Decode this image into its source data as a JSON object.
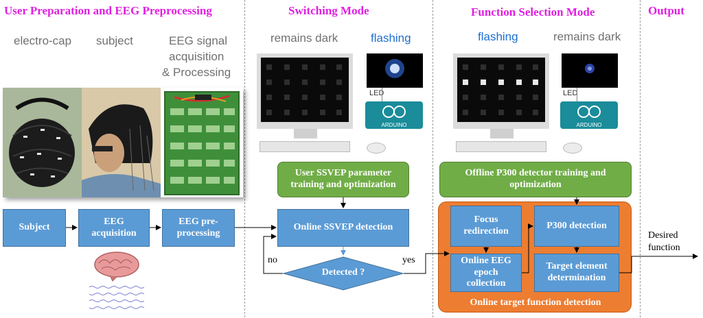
{
  "headers": {
    "prep": "User Preparation and EEG Preprocessing",
    "switching": "Switching Mode",
    "function": "Function Selection Mode",
    "output": "Output"
  },
  "labels": {
    "electro_cap": "electro-cap",
    "subject": "subject",
    "eeg_signal_line1": "EEG signal",
    "eeg_signal_line2": "acquisition",
    "eeg_signal_line3": "& Processing",
    "sw_remains_dark": "remains dark",
    "sw_flashing": "flashing",
    "fs_flashing": "flashing",
    "fs_remains_dark": "remains dark",
    "led1": "LED",
    "led2": "LED",
    "arduino1": "ARDUINO",
    "arduino2": "ARDUINO"
  },
  "boxes": {
    "subject": "Subject",
    "eeg_acq": "EEG acquisition",
    "eeg_pre": "EEG pre-processing",
    "ssvep_training": "User SSVEP parameter training and optimization",
    "ssvep_detection": "Online SSVEP detection",
    "detected": "Detected ?",
    "p300_training": "Offline P300 detector training and optimization",
    "focus": "Focus redirection",
    "epoch": "Online EEG epoch collection",
    "p300_detection": "P300 detection",
    "target": "Target element determination",
    "online_target": "Online target function detection"
  },
  "flow": {
    "no": "no",
    "yes": "yes",
    "desired_line1": "Desired",
    "desired_line2": "function"
  },
  "colors": {
    "header": "#e020e0",
    "blue_box": "#5b9bd5",
    "green_box": "#70ad47",
    "orange_box": "#ed7d31",
    "flashing_text": "#1f6fd0"
  }
}
